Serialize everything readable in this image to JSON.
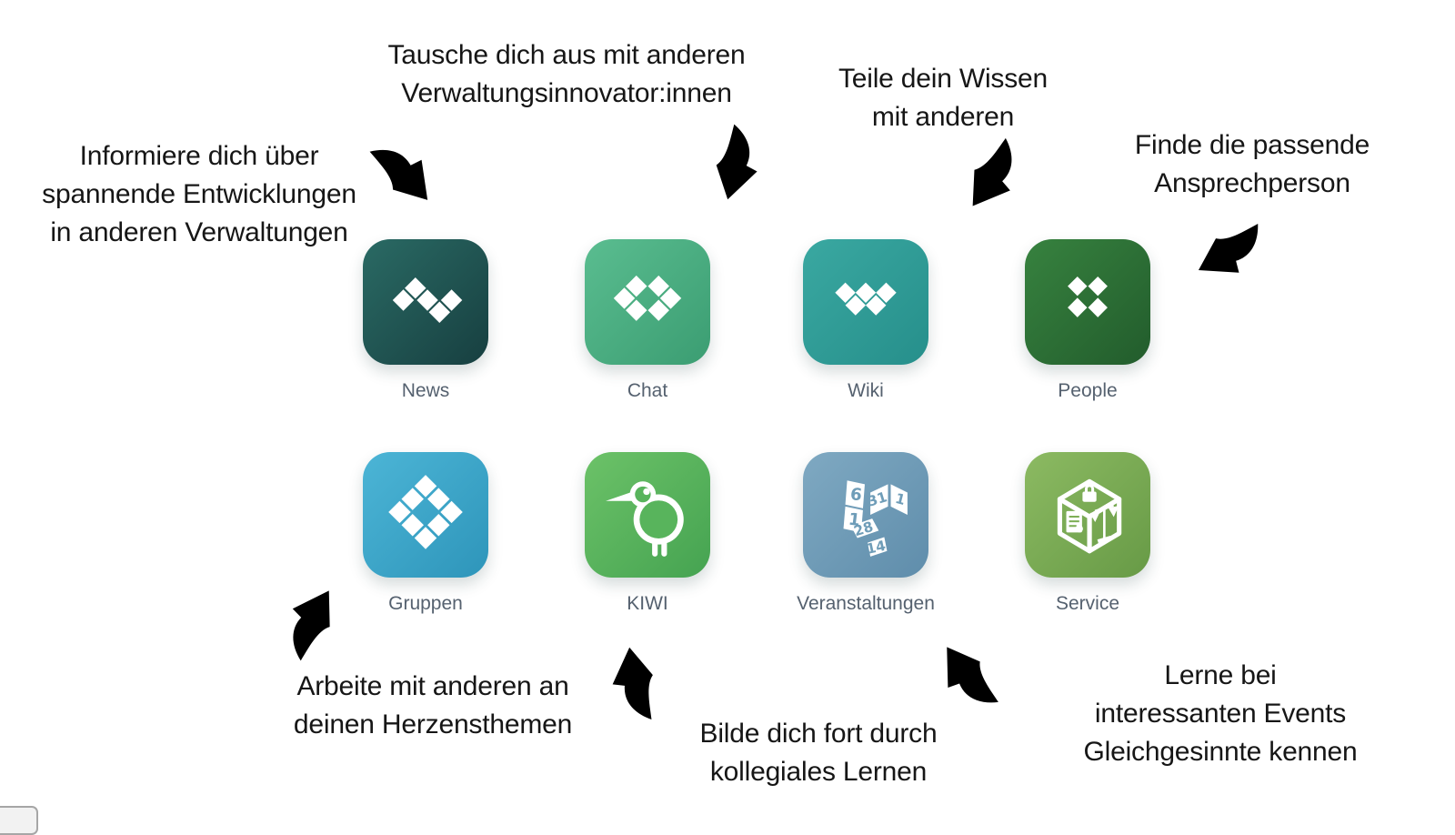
{
  "page": {
    "background": "#ffffff"
  },
  "annotations": [
    {
      "id": "informiere",
      "target": "news",
      "lines": [
        "Informiere dich über",
        "spannende Entwicklungen",
        "in anderen Verwaltungen"
      ]
    },
    {
      "id": "tausche",
      "target": "chat",
      "lines": [
        "Tausche dich aus mit anderen",
        "Verwaltungsinnovator:innen"
      ]
    },
    {
      "id": "teile",
      "target": "wiki",
      "lines": [
        "Teile dein Wissen",
        "mit anderen"
      ]
    },
    {
      "id": "finde",
      "target": "people",
      "lines": [
        "Finde die passende",
        "Ansprechperson"
      ]
    },
    {
      "id": "arbeite",
      "target": "gruppen",
      "lines": [
        "Arbeite mit anderen an",
        "deinen Herzensthemen"
      ]
    },
    {
      "id": "bilde",
      "target": "kiwi",
      "lines": [
        "Bilde dich fort durch",
        "kollegiales Lernen"
      ]
    },
    {
      "id": "lerne",
      "target": "veranstaltungen",
      "lines": [
        "Lerne bei",
        "interessanten Events",
        "Gleichgesinnte kennen"
      ]
    }
  ],
  "apps": [
    {
      "id": "news",
      "label": "News",
      "color_top": "#2a6a64",
      "color_bottom": "#173f40"
    },
    {
      "id": "chat",
      "label": "Chat",
      "color_top": "#5abd90",
      "color_bottom": "#3b9d72"
    },
    {
      "id": "wiki",
      "label": "Wiki",
      "color_top": "#3aa8a1",
      "color_bottom": "#268f8b"
    },
    {
      "id": "people",
      "label": "People",
      "color_top": "#37823f",
      "color_bottom": "#225c2c"
    },
    {
      "id": "gruppen",
      "label": "Gruppen",
      "color_top": "#4cb5d6",
      "color_bottom": "#2e95ba"
    },
    {
      "id": "kiwi",
      "label": "KIWI",
      "color_top": "#6cc268",
      "color_bottom": "#45a351"
    },
    {
      "id": "veranstaltungen",
      "label": "Veranstaltungen",
      "color_top": "#7fa9c2",
      "color_bottom": "#5f8dab"
    },
    {
      "id": "service",
      "label": "Service",
      "color_top": "#8cba62",
      "color_bottom": "#679a46"
    }
  ],
  "calendar_numbers": {
    "n0": "6",
    "n1": "1",
    "n2": "31",
    "n3": "1",
    "n4": "28",
    "n5": "14"
  },
  "colors": {
    "annotation_text": "#161616",
    "tile_label": "#55616f",
    "arrow_outline": "#2b2b2b"
  }
}
